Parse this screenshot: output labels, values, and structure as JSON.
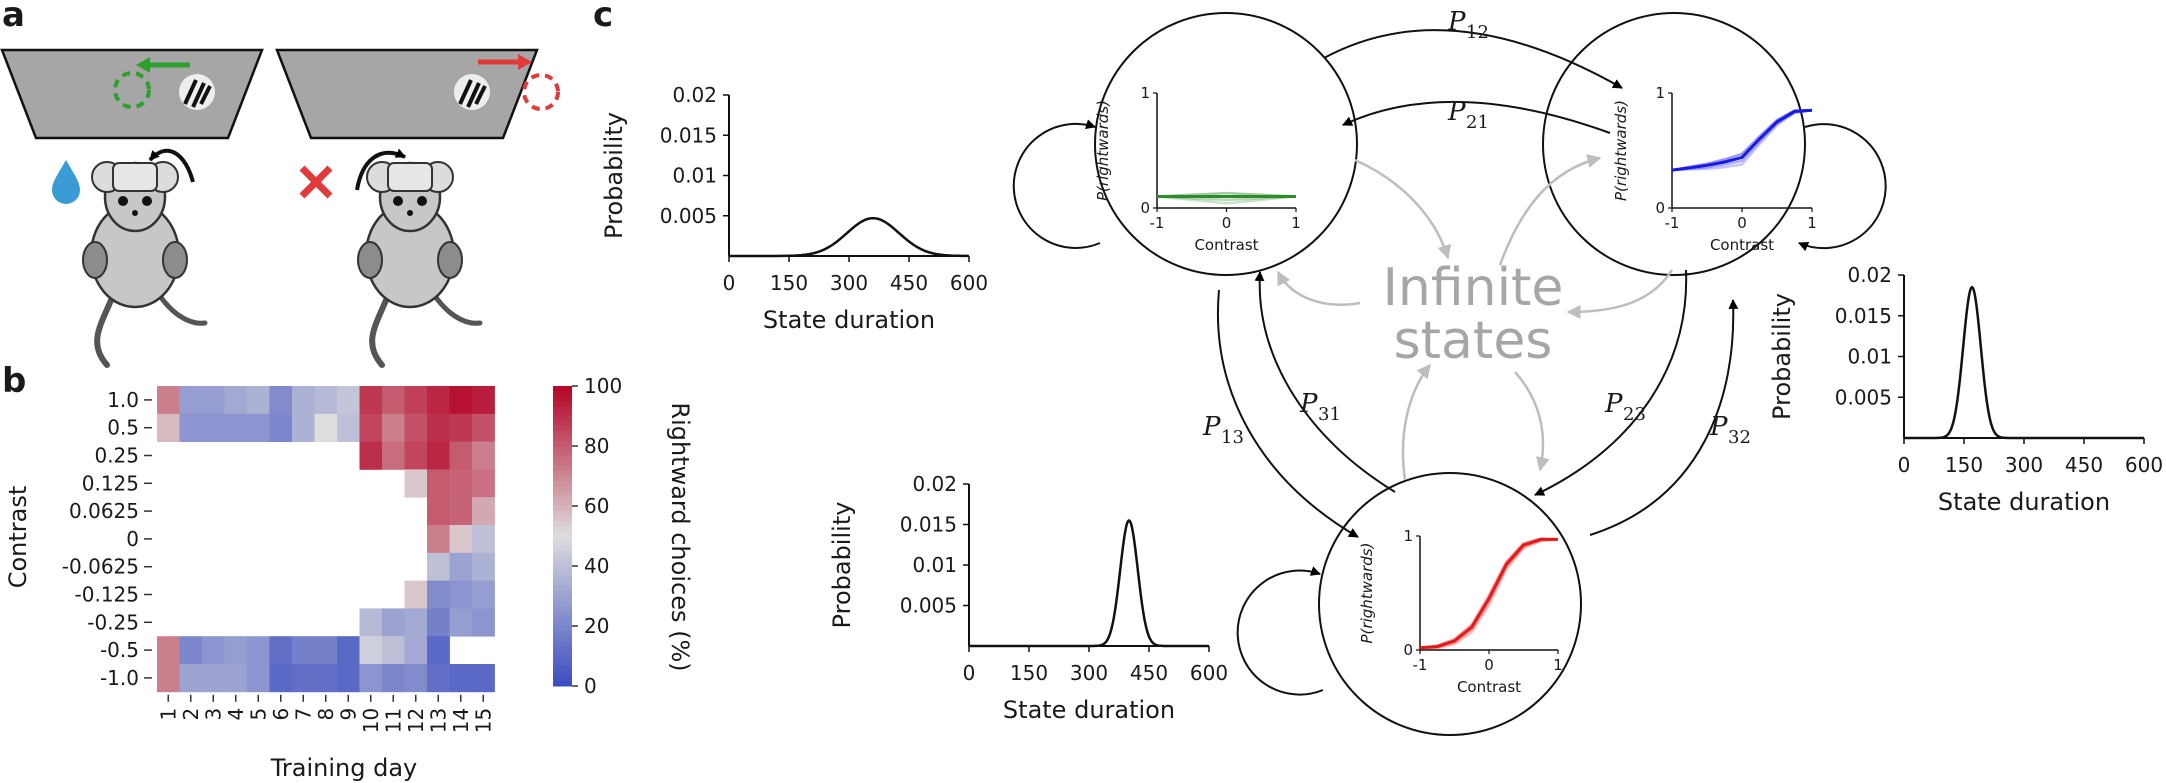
{
  "panels": {
    "a": "a",
    "b": "b",
    "c": "c"
  },
  "heatmap": {
    "ylabel": "Contrast",
    "xlabel": "Training day",
    "colorbar_label": "Rightward choices (%)",
    "colorbar_ticks": [
      "0",
      "20",
      "40",
      "60",
      "80",
      "100"
    ],
    "colors": {
      "low": "#3b4cc0",
      "mid": "#dddddd",
      "high": "#b40426"
    }
  },
  "chart_data": [
    {
      "type": "heatmap",
      "xlabel": "Training day",
      "ylabel": "Contrast",
      "colorbar_label": "Rightward choices (%)",
      "clim": [
        0,
        100
      ],
      "x": [
        "1",
        "2",
        "3",
        "4",
        "5",
        "6",
        "7",
        "8",
        "9",
        "10",
        "11",
        "12",
        "13",
        "14",
        "15"
      ],
      "y": [
        "1.0",
        "0.5",
        "0.25",
        "0.125",
        "0.0625",
        "0",
        "-0.0625",
        "-0.125",
        "-0.25",
        "-0.5",
        "-1.0"
      ],
      "values": [
        [
          72,
          28,
          28,
          32,
          35,
          22,
          35,
          38,
          42,
          88,
          80,
          86,
          92,
          97,
          94
        ],
        [
          58,
          25,
          25,
          25,
          25,
          20,
          35,
          50,
          40,
          85,
          72,
          82,
          90,
          88,
          82
        ],
        [
          null,
          null,
          null,
          null,
          null,
          null,
          null,
          null,
          null,
          90,
          76,
          85,
          92,
          80,
          72
        ],
        [
          null,
          null,
          null,
          null,
          null,
          null,
          null,
          null,
          null,
          null,
          null,
          55,
          80,
          78,
          75
        ],
        [
          null,
          null,
          null,
          null,
          null,
          null,
          null,
          null,
          null,
          null,
          null,
          null,
          80,
          78,
          62
        ],
        [
          null,
          null,
          null,
          null,
          null,
          null,
          null,
          null,
          null,
          null,
          null,
          null,
          72,
          55,
          40
        ],
        [
          null,
          null,
          null,
          null,
          null,
          null,
          null,
          null,
          null,
          null,
          null,
          null,
          40,
          30,
          35
        ],
        [
          null,
          null,
          null,
          null,
          null,
          null,
          null,
          null,
          null,
          null,
          null,
          55,
          22,
          25,
          28
        ],
        [
          null,
          null,
          null,
          null,
          null,
          null,
          null,
          null,
          null,
          38,
          30,
          32,
          18,
          28,
          25
        ],
        [
          72,
          20,
          25,
          28,
          25,
          12,
          18,
          18,
          10,
          45,
          40,
          32,
          10,
          null,
          null
        ],
        [
          72,
          30,
          30,
          30,
          25,
          10,
          12,
          12,
          10,
          25,
          20,
          22,
          12,
          10,
          10
        ]
      ]
    },
    {
      "type": "line",
      "xlabel": "State duration",
      "ylabel": "Probability",
      "x_ticks": [
        0,
        150,
        300,
        450,
        600
      ],
      "y_ticks": [
        0.005,
        0.01,
        0.015,
        0.02
      ],
      "xlim": [
        0,
        600
      ],
      "ylim": [
        0,
        0.02
      ],
      "series": [
        {
          "shape": "gaussian",
          "peak_x": 360,
          "peak_y": 0.0047,
          "sd": 65
        }
      ]
    },
    {
      "type": "line",
      "xlabel": "State duration",
      "ylabel": "Probability",
      "x_ticks": [
        0,
        150,
        300,
        450,
        600
      ],
      "y_ticks": [
        0.005,
        0.01,
        0.015,
        0.02
      ],
      "xlim": [
        0,
        600
      ],
      "ylim": [
        0,
        0.02
      ],
      "series": [
        {
          "shape": "gaussian",
          "peak_x": 170,
          "peak_y": 0.0185,
          "sd": 22
        }
      ]
    },
    {
      "type": "line",
      "xlabel": "State duration",
      "ylabel": "Probability",
      "x_ticks": [
        0,
        150,
        300,
        450,
        600
      ],
      "y_ticks": [
        0.005,
        0.01,
        0.015,
        0.02
      ],
      "xlim": [
        0,
        600
      ],
      "ylim": [
        0,
        0.02
      ],
      "series": [
        {
          "shape": "gaussian",
          "peak_x": 400,
          "peak_y": 0.0155,
          "sd": 22
        }
      ]
    },
    {
      "type": "line",
      "xlabel": "Contrast",
      "ylabel": "P(rightwards)",
      "x_ticks": [
        "-1",
        "0",
        "1"
      ],
      "y_ticks": [
        "0",
        "1"
      ],
      "xlim": [
        -1,
        1
      ],
      "ylim": [
        0,
        1
      ],
      "color": "#2e8b2e",
      "series": [
        {
          "x": [
            -1,
            -0.5,
            0,
            0.5,
            1
          ],
          "y": [
            0.1,
            0.1,
            0.1,
            0.1,
            0.1
          ]
        }
      ]
    },
    {
      "type": "line",
      "xlabel": "Contrast",
      "ylabel": "P(rightwards)",
      "x_ticks": [
        "-1",
        "0",
        "1"
      ],
      "y_ticks": [
        "0",
        "1"
      ],
      "xlim": [
        -1,
        1
      ],
      "ylim": [
        0,
        1
      ],
      "color": "#1a1ae6",
      "series": [
        {
          "x": [
            -1,
            -0.75,
            -0.5,
            -0.25,
            0,
            0.25,
            0.5,
            0.75,
            1
          ],
          "y": [
            0.33,
            0.35,
            0.37,
            0.4,
            0.44,
            0.6,
            0.75,
            0.84,
            0.85
          ]
        }
      ]
    },
    {
      "type": "line",
      "xlabel": "Contrast",
      "ylabel": "P(rightwards)",
      "x_ticks": [
        "-1",
        "0",
        "1"
      ],
      "y_ticks": [
        "0",
        "1"
      ],
      "xlim": [
        -1,
        1
      ],
      "ylim": [
        0,
        1
      ],
      "color": "#e11a1a",
      "series": [
        {
          "x": [
            -1,
            -0.75,
            -0.5,
            -0.25,
            0,
            0.25,
            0.5,
            0.75,
            1
          ],
          "y": [
            0.02,
            0.03,
            0.08,
            0.2,
            0.45,
            0.75,
            0.92,
            0.97,
            0.97
          ]
        }
      ]
    }
  ],
  "markov": {
    "center_text": [
      "Infinite",
      "states"
    ],
    "transitions": [
      {
        "letter": "P",
        "sub": "12"
      },
      {
        "letter": "P",
        "sub": "21"
      },
      {
        "letter": "P",
        "sub": "13"
      },
      {
        "letter": "P",
        "sub": "31"
      },
      {
        "letter": "P",
        "sub": "23"
      },
      {
        "letter": "P",
        "sub": "32"
      }
    ],
    "colors": {
      "arrow": "#000000",
      "grey_arrow": "#bdbdbd"
    }
  },
  "icons": [
    "water-drop-icon",
    "cross-icon",
    "mouse-icon",
    "left-arrow-icon",
    "right-arrow-icon",
    "grating-icon"
  ]
}
